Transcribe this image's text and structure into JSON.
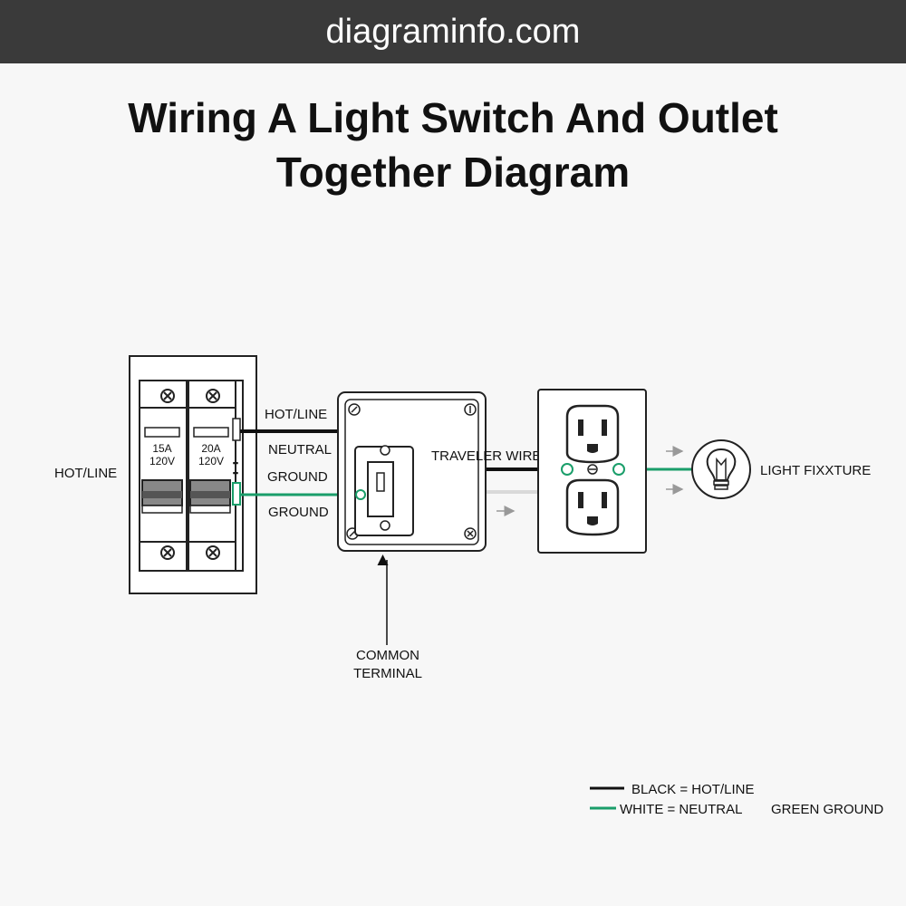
{
  "header": {
    "site": "diagraminfo.com"
  },
  "title": {
    "line1": "Wiring A Light Switch And Outlet",
    "line2": "Together Diagram"
  },
  "panel": {
    "side_label": "HOT/LINE",
    "breaker_1": {
      "amp": "15A",
      "volt": "120V"
    },
    "breaker_2": {
      "amp": "20A",
      "volt": "120V"
    },
    "dots": "▪▪"
  },
  "labels": {
    "hot_line": "HOT/LINE",
    "neutral": "NEUTRAL",
    "ground_1": "GROUND",
    "ground_2": "GROUND",
    "traveler": "TRAVELER WIRE",
    "light": "LIGHT FIXXTURE",
    "common_1": "COMMON",
    "common_2": "TERMINAL"
  },
  "legend": {
    "black": "BLACK = HOT/LINE",
    "white": "WHITE = NEUTRAL",
    "green": "GREEN GROUND"
  },
  "colors": {
    "hot": "#111111",
    "neutral": "#d9d9d9",
    "ground": "#1a9e6a",
    "header_bg": "#3a3a3a"
  },
  "icons": [
    "screw-icon",
    "light-bulb-icon",
    "arrow-icon"
  ]
}
